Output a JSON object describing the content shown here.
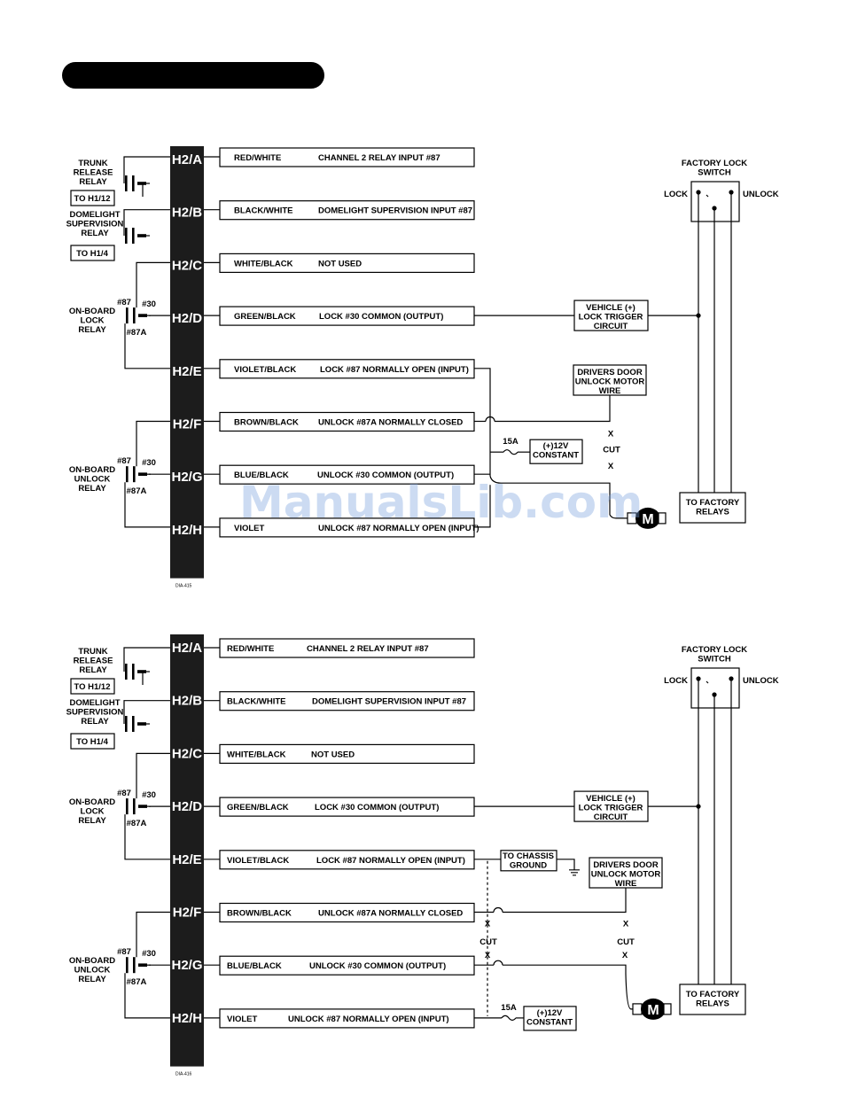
{
  "pins": [
    "H2/A",
    "H2/B",
    "H2/C",
    "H2/D",
    "H2/E",
    "H2/F",
    "H2/G",
    "H2/H"
  ],
  "wires": [
    {
      "color": "RED/WHITE",
      "function": "CHANNEL 2 RELAY INPUT #87"
    },
    {
      "color": "BLACK/WHITE",
      "function": "DOMELIGHT SUPERVISION INPUT #87"
    },
    {
      "color": "WHITE/BLACK",
      "function": "NOT USED"
    },
    {
      "color": "GREEN/BLACK",
      "function": "LOCK #30 COMMON (OUTPUT)"
    },
    {
      "color": "VIOLET/BLACK",
      "function": "LOCK #87 NORMALLY OPEN (INPUT)"
    },
    {
      "color": "BROWN/BLACK",
      "function": "UNLOCK #87A NORMALLY CLOSED"
    },
    {
      "color": "BLUE/BLACK",
      "function": "UNLOCK #30 COMMON (OUTPUT)"
    },
    {
      "color": "VIOLET",
      "function": "UNLOCK #87 NORMALLY OPEN (INPUT)"
    }
  ],
  "labels": {
    "trunk": [
      "TRUNK",
      "RELEASE",
      "RELAY"
    ],
    "dome": [
      "DOMELIGHT",
      "SUPERVISION",
      "RELAY"
    ],
    "lock_relay": [
      "ON-BOARD",
      "LOCK",
      "RELAY"
    ],
    "unlock_relay": [
      "ON-BOARD",
      "UNLOCK",
      "RELAY"
    ],
    "to_h112": "TO H1/12",
    "to_h14": "TO H1/4",
    "p87": "#87",
    "p30": "#30",
    "p87a": "#87A",
    "factory_switch": [
      "FACTORY LOCK",
      "SWITCH"
    ],
    "lock": "LOCK",
    "unlock": "UNLOCK",
    "vehicle": [
      "VEHICLE (+)",
      "LOCK TRIGGER",
      "CIRCUIT"
    ],
    "drivers": [
      "DRIVERS DOOR",
      "UNLOCK MOTOR",
      "WIRE"
    ],
    "fuse": "15A",
    "constant": [
      "(+)12V",
      "CONSTANT"
    ],
    "cut": "CUT",
    "x": "X",
    "to_factory": [
      "TO FACTORY",
      "RELAYS"
    ],
    "motor": "M",
    "chassis": [
      "TO CHASSIS",
      "GROUND"
    ]
  },
  "figure_ids": [
    "DIA-415",
    "DIA-416"
  ],
  "watermark": "ManualsLib.com"
}
